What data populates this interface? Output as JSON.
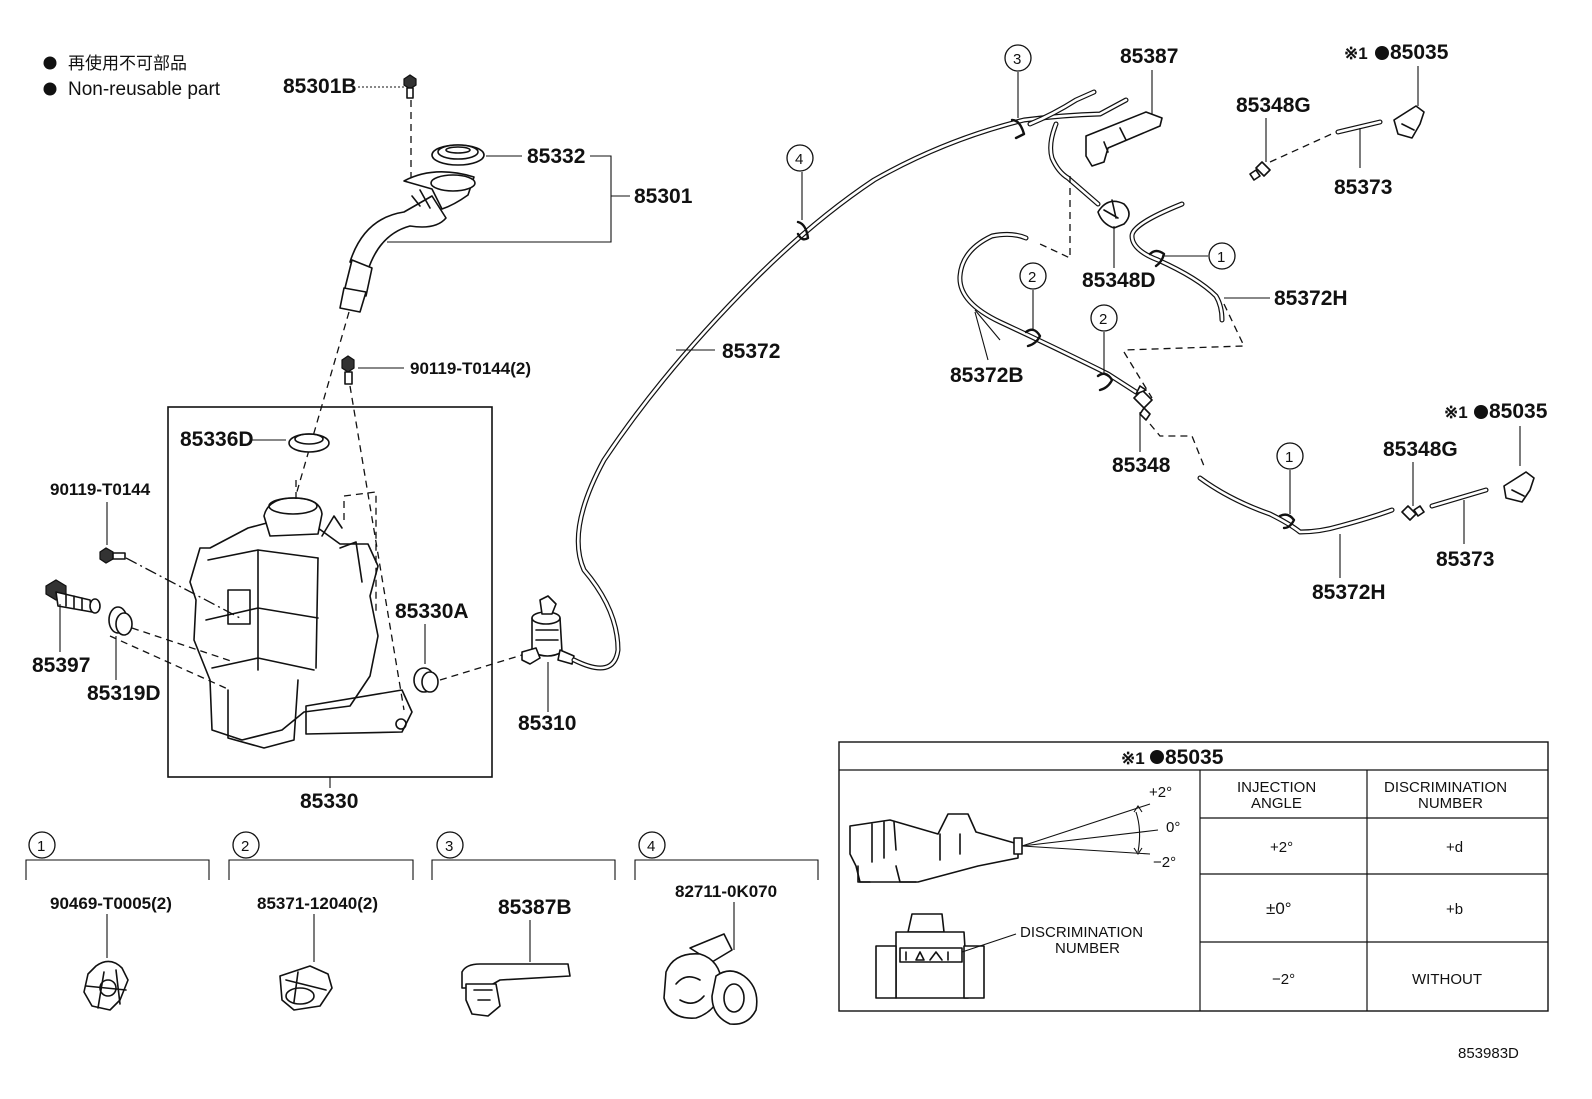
{
  "legend": {
    "line1": "再使用不可部品",
    "line2": "Non-reusable part"
  },
  "parts": {
    "p85301B": "85301B",
    "p85332": "85332",
    "p85301": "85301",
    "p90119_T0144_2": "90119-T0144(2)",
    "p85336D": "85336D",
    "p90119_T0144": "90119-T0144",
    "p85397": "85397",
    "p85319D": "85319D",
    "p85330A": "85330A",
    "p85330": "85330",
    "p85310": "85310",
    "p85372": "85372",
    "p85387": "85387",
    "p85348D": "85348D",
    "p85348G_top": "85348G",
    "p85373_top": "85373",
    "p85035_top": "85035",
    "p85372H_top": "85372H",
    "p85372B": "85372B",
    "p85348": "85348",
    "p85348G_bot": "85348G",
    "p85035_mid": "85035",
    "p85373_bot": "85373",
    "p85372H_bot": "85372H"
  },
  "markers": {
    "kome": "※1",
    "c1": "1",
    "c2": "2",
    "c3": "3",
    "c4": "4"
  },
  "clips": {
    "clip1": "90469-T0005(2)",
    "clip2": "85371-12040(2)",
    "clip3": "85387B",
    "clip4": "82711-0K070"
  },
  "detail_table": {
    "title_part": "85035",
    "angle_plus": "+2°",
    "angle_zero": "0°",
    "angle_minus": "−2°",
    "discrimination_label_1": "DISCRIMINATION",
    "discrimination_label_2": "NUMBER",
    "header_injection_1": "INJECTION",
    "header_injection_2": "ANGLE",
    "header_discrimination_1": "DISCRIMINATION",
    "header_discrimination_2": "NUMBER",
    "rows": [
      {
        "angle": "+2°",
        "number": "+d"
      },
      {
        "angle": "±0°",
        "number": "+b"
      },
      {
        "angle": "−2°",
        "number": "WITHOUT"
      }
    ]
  },
  "figure_id": "853983D"
}
